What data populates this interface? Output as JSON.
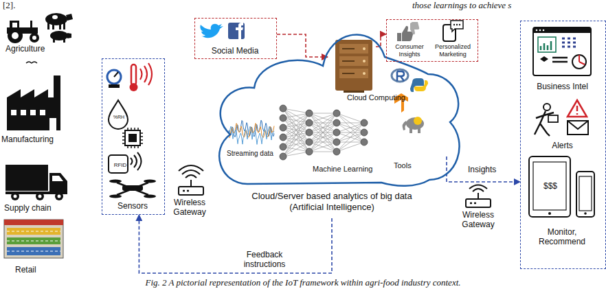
{
  "diagram": {
    "caption": "Fig. 2 A pictorial representation of the IoT framework within agri-food industry context.",
    "nodes": [
      {
        "text": [
          "Social Media"
        ]
      },
      {
        "text": [
          "%RH",
          "RFID",
          "Sensors"
        ]
      },
      {
        "text": [
          "Wireless Gateway"
        ]
      },
      {
        "text": [
          "Cloud Computing",
          "Streaming data",
          "Machine Learning",
          "Tools",
          "Cloud/Server based analytics of big data (Artificial Intelligence)"
        ]
      },
      {
        "text": [
          "Consumer Insights",
          "Personalized Marketing"
        ]
      },
      {
        "text": [
          "Wireless Gateway"
        ]
      },
      {
        "text": [
          "Business Intel",
          "Alerts",
          "$$$",
          "Monitor, Recommend"
        ]
      }
    ],
    "edges": [
      {
        "from": 0,
        "to": 3,
        "arrow": "to"
      },
      {
        "from": 3,
        "to": 4,
        "arrow": "to"
      },
      {
        "from": 3,
        "to": 6,
        "arrow": "to",
        "label": "Insights"
      },
      {
        "from": 3,
        "to": 1,
        "arrow": "to",
        "label": "Feedback instructions"
      }
    ],
    "labels": [
      "[2].",
      "those learnings to achieve s",
      "Agriculture",
      "Manufacturing",
      "Supply chain",
      "Retail"
    ]
  }
}
